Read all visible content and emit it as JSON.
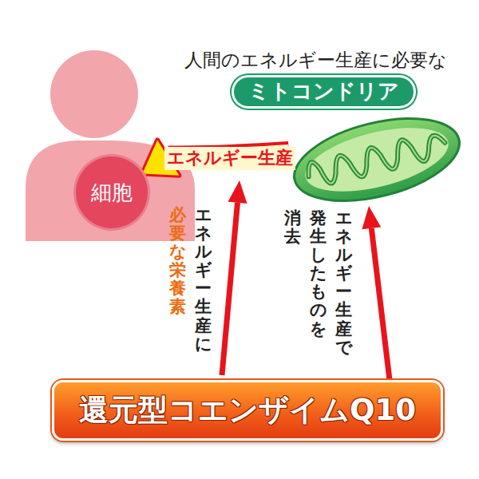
{
  "diagram": {
    "nodes": [
      {
        "text": [
          "ミトコンドリア"
        ]
      },
      {
        "text": [
          "細胞"
        ]
      },
      {
        "text": [
          "還元型コエンザイムQ10"
        ]
      }
    ],
    "edges": [
      {
        "from": 0,
        "to": 1,
        "label": "エネルギー生産",
        "arrow": "to"
      },
      {
        "from": 2,
        "to": 0,
        "label": "エネルギー生産で 発生したものを 消去",
        "arrow": "to"
      }
    ],
    "labels": [
      "人間のエネルギー生産に必要な",
      "エネルギー生産に",
      "必要な栄養素"
    ]
  }
}
